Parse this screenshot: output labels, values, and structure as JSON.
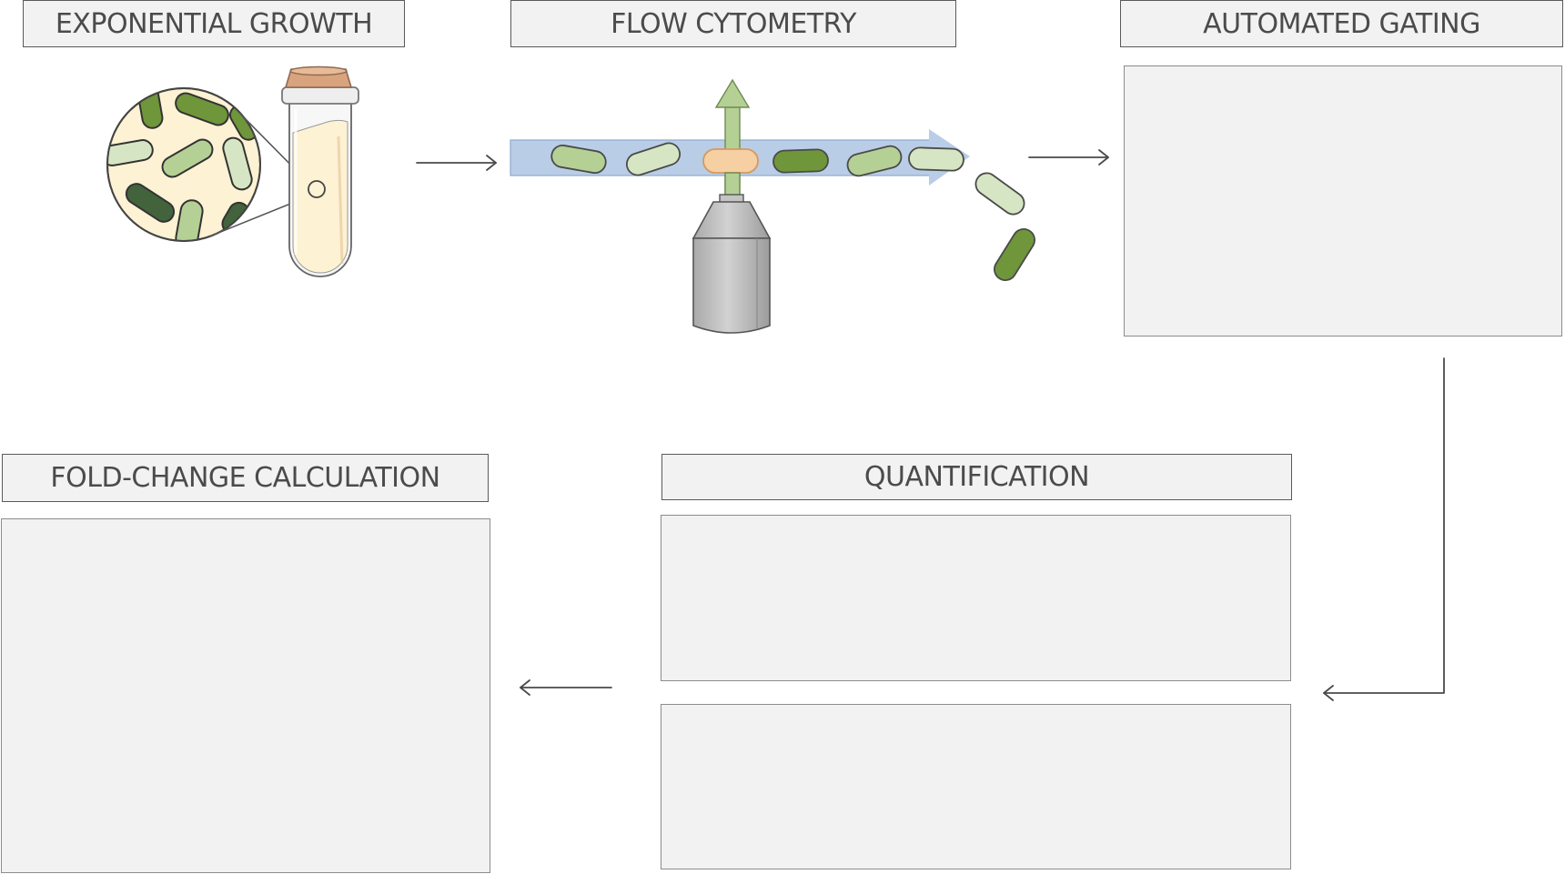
{
  "steps": {
    "exponential_growth": "EXPONENTIAL GROWTH",
    "flow_cytometry": "FLOW CYTOMETRY",
    "automated_gating": "AUTOMATED GATING",
    "quantification": "QUANTIFICATION",
    "fold_change": "FOLD-CHANGE CALCULATION"
  },
  "colors": {
    "panel_fill": "#f2f2f2",
    "flow_channel": "#b9cde6",
    "cell_light": "#d6e6c4",
    "cell_mid": "#b5d094",
    "cell_dark": "#6f963a",
    "cell_darkest": "#42633c",
    "cell_orange": "#f6cfa3",
    "media_fill": "#fdf2d3",
    "cork": "#d9a37d",
    "detector_grey": "#bdbdbd"
  }
}
